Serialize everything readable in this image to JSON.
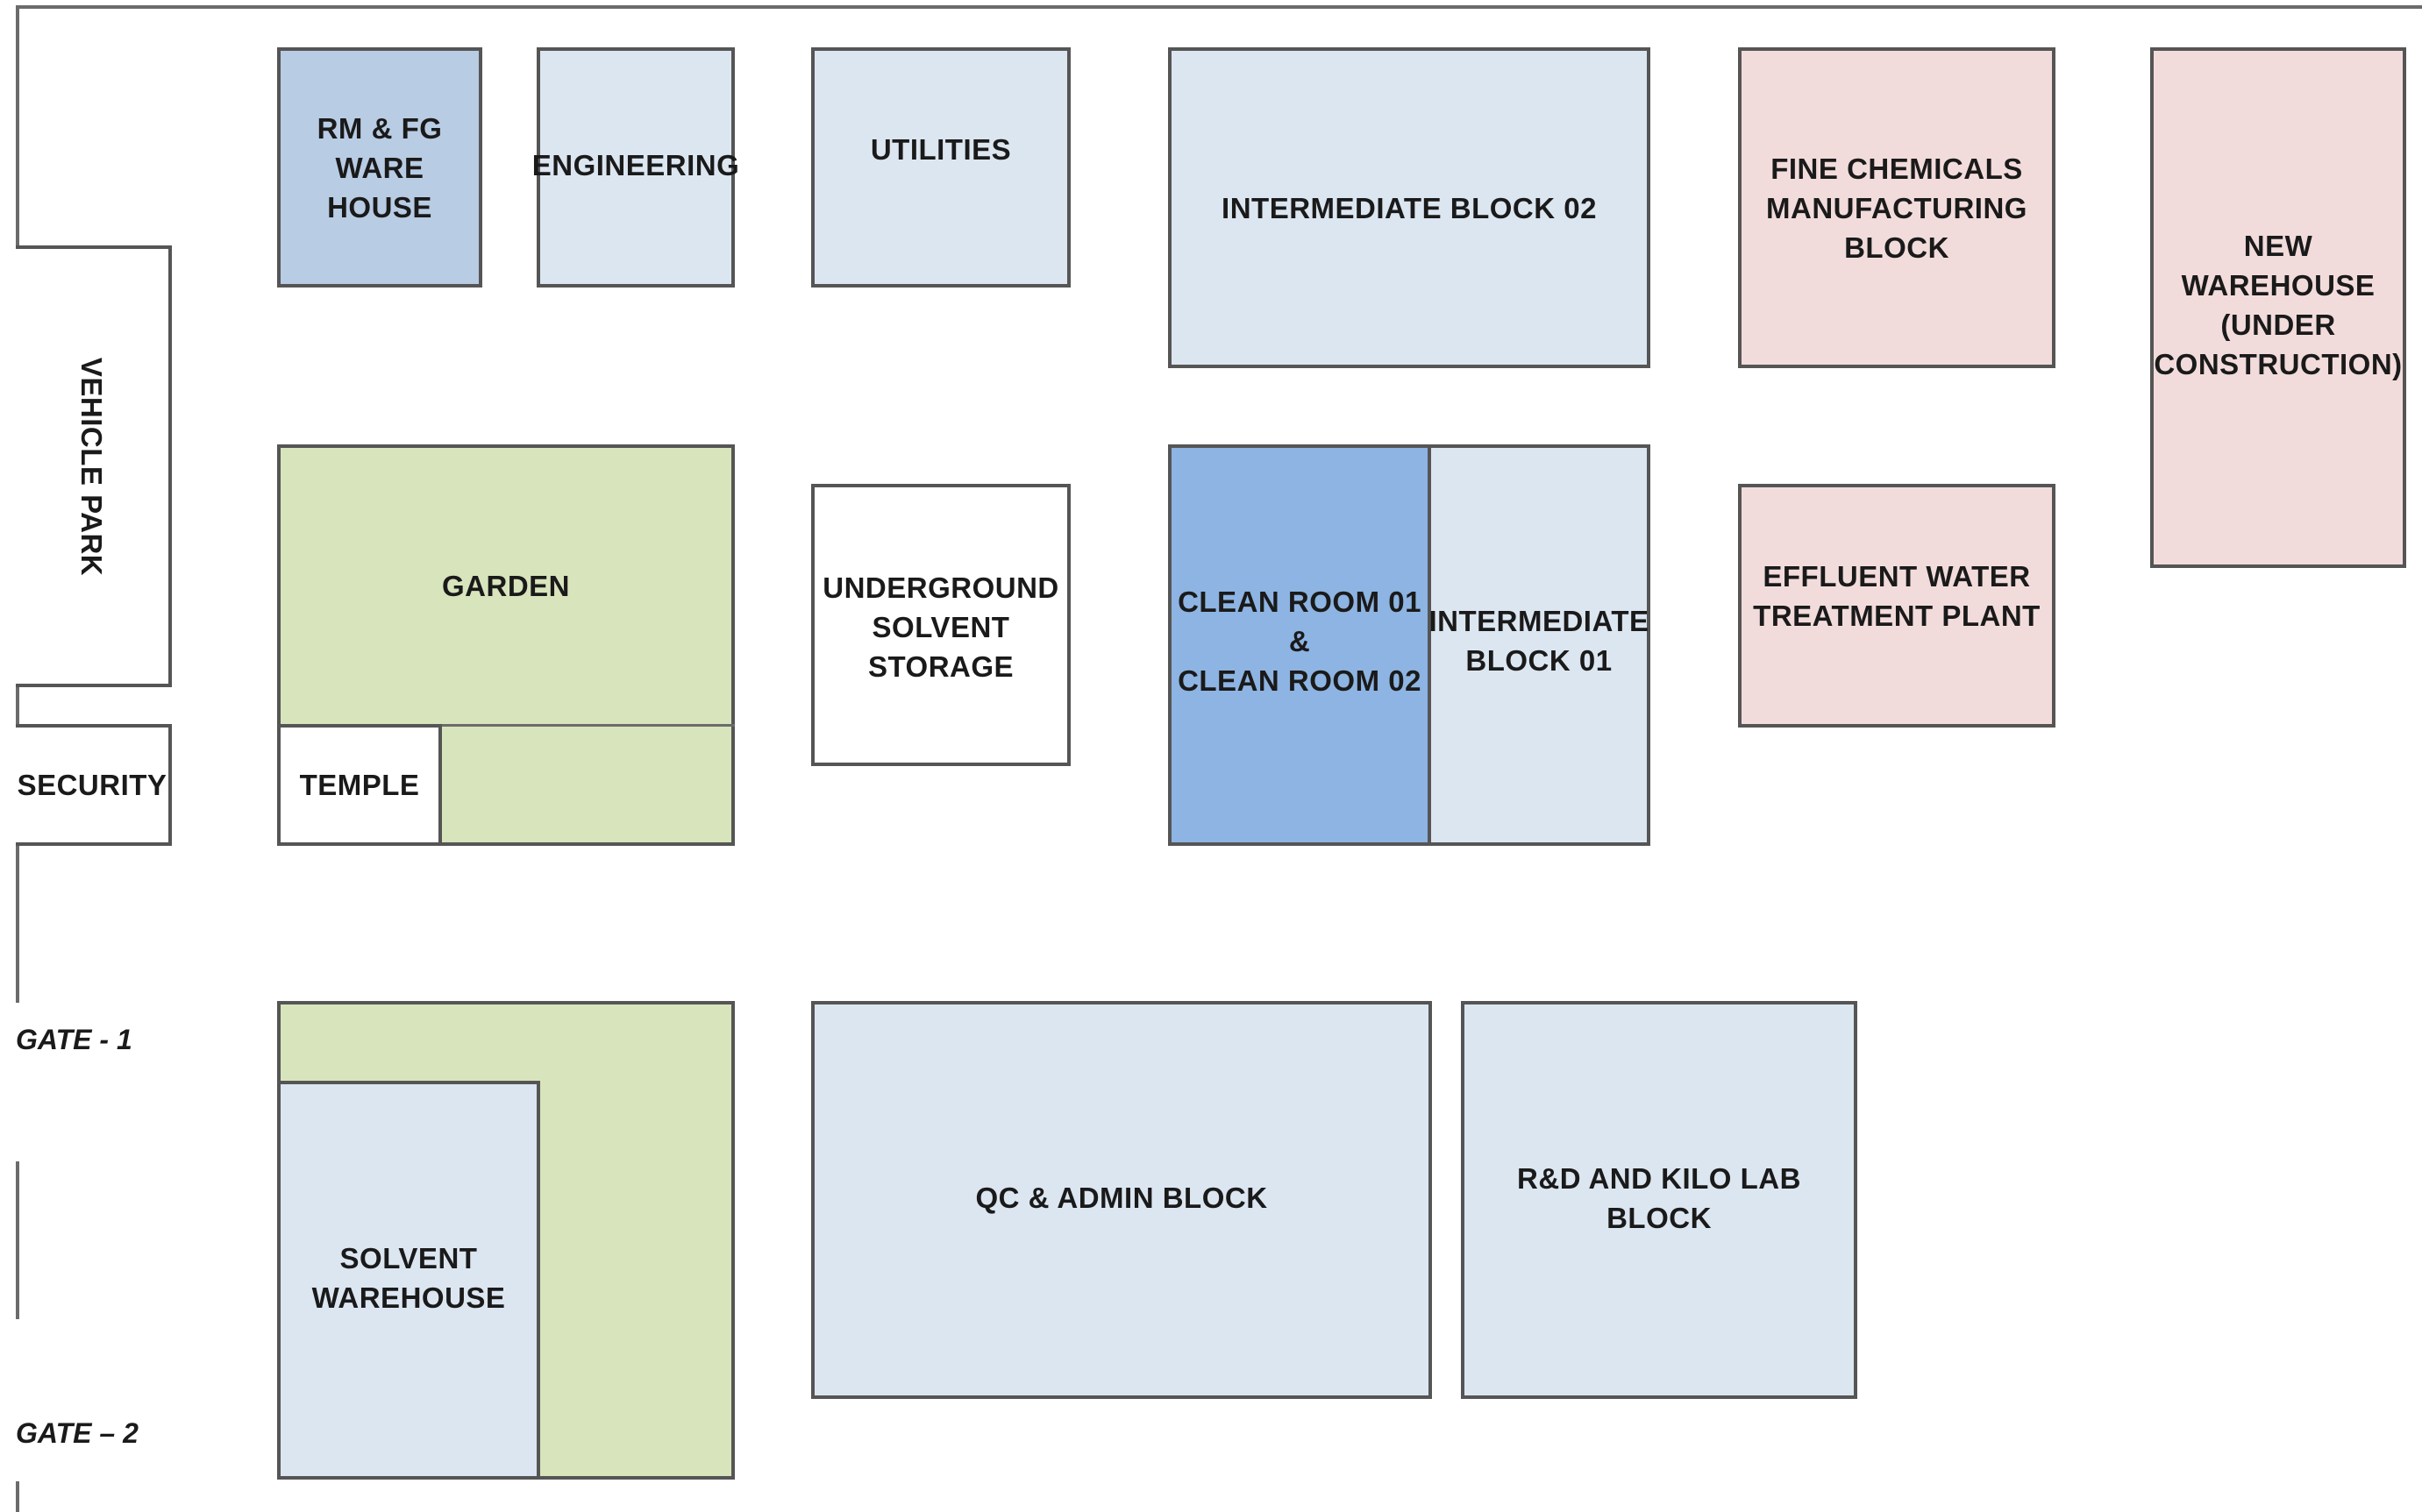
{
  "blocks": {
    "rm_fg_warehouse": "RM & FG\nWARE HOUSE",
    "engineering": "ENGINEERING",
    "utilities": "UTILITIES",
    "intermediate_block_02": "INTERMEDIATE BLOCK 02",
    "fine_chemicals": "FINE CHEMICALS\nMANUFACTURING\nBLOCK",
    "new_warehouse": "NEW\nWAREHOUSE\n(UNDER\nCONSTRUCTION)",
    "vehicle_park": "VEHICLE PARK",
    "garden": "GARDEN",
    "underground_solvent_storage": "UNDERGROUND\nSOLVENT\nSTORAGE",
    "clean_rooms": "CLEAN ROOM 01\n&\nCLEAN ROOM 02",
    "intermediate_block_01": "INTERMEDIATE\nBLOCK 01",
    "effluent_water_treatment": "EFFLUENT WATER\nTREATMENT PLANT",
    "security": "SECURITY",
    "temple": "TEMPLE",
    "solvent_warehouse": "SOLVENT\nWAREHOUSE",
    "qc_admin": "QC & ADMIN BLOCK",
    "rd_kilo_lab": "R&D AND KILO LAB BLOCK"
  },
  "gates": {
    "gate_1": "GATE - 1",
    "gate_2": "GATE – 2"
  },
  "colors": {
    "warehouse_blue": "#b8cce4",
    "light_blue": "#dce6f1",
    "pink": "#f2dcdb",
    "green": "#d8e4bc",
    "clean_room_blue": "#8db4e2",
    "white": "#ffffff"
  }
}
